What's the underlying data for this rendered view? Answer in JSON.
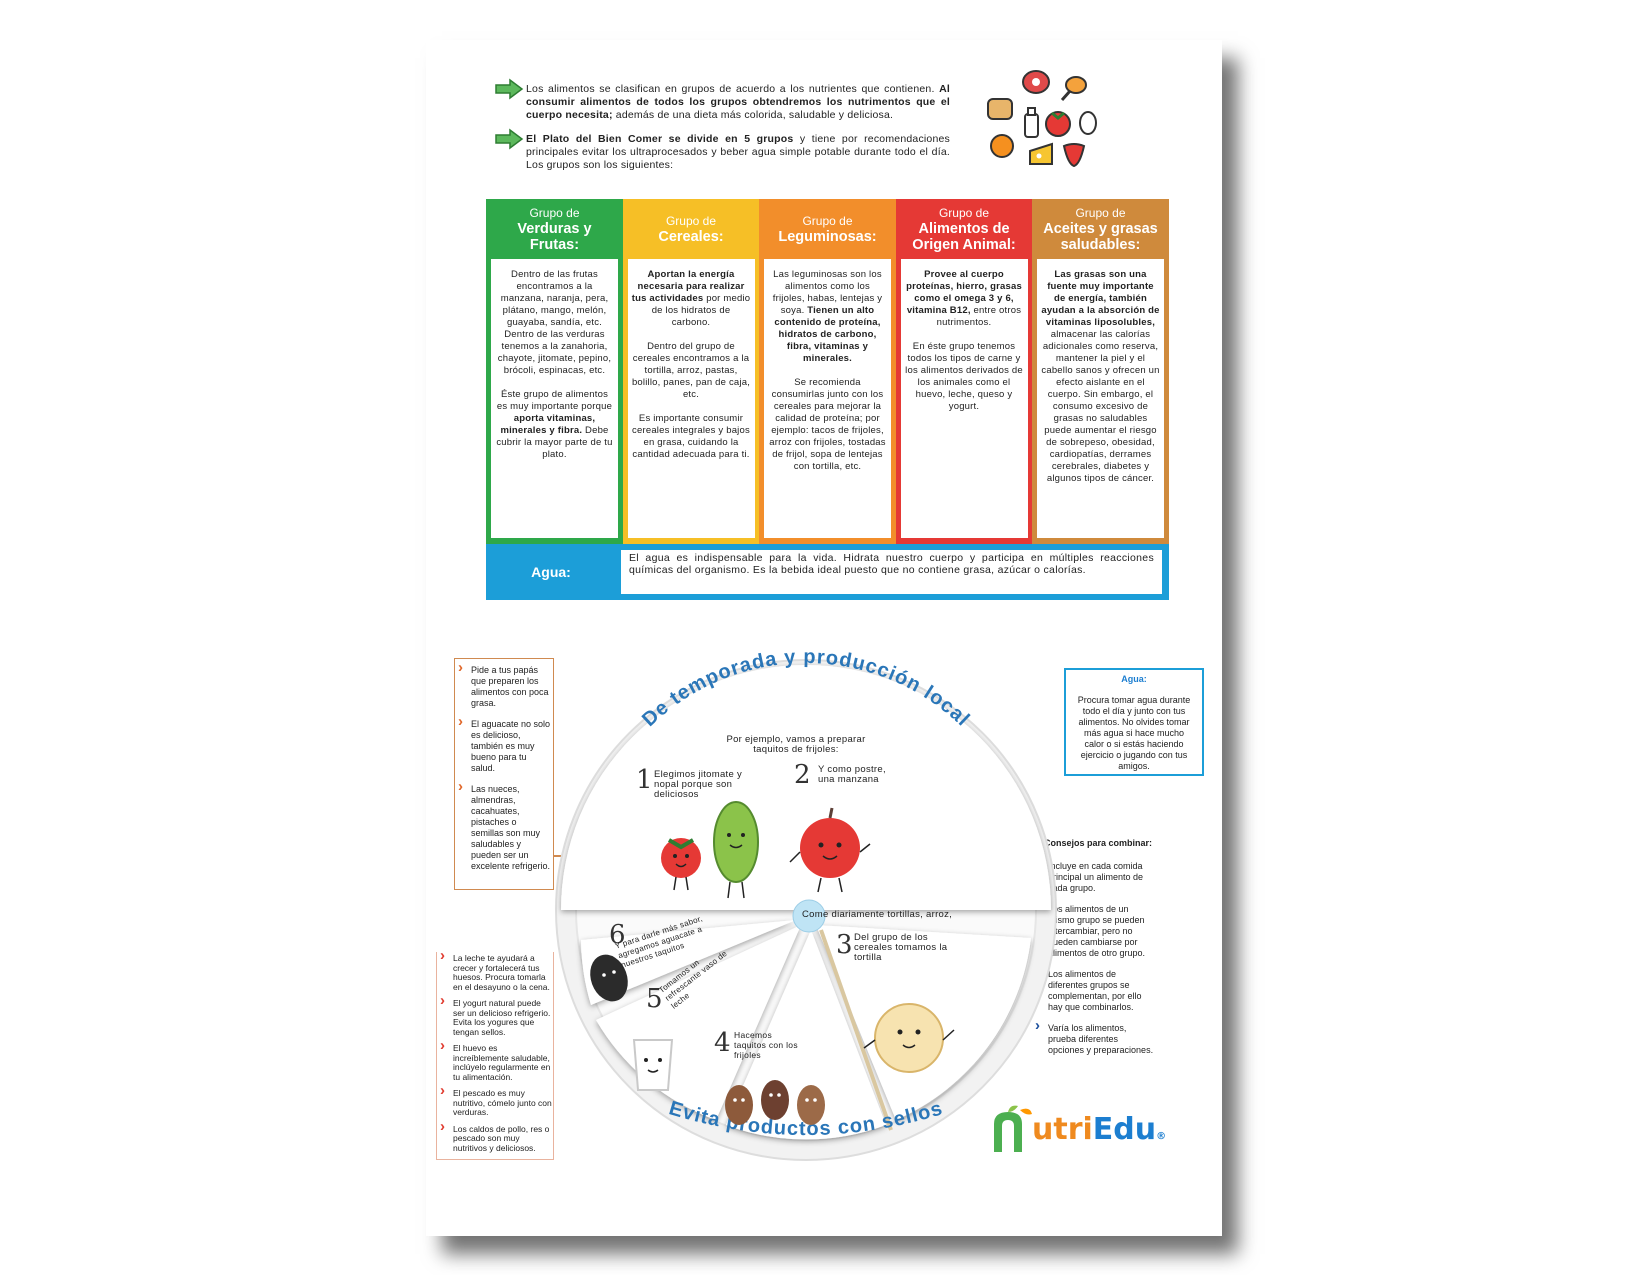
{
  "intro": {
    "p1_a": "Los alimentos se clasifican en grupos de acuerdo a los nutrientes que contienen.",
    "p1_b": "Al consumir alimentos de todos los grupos obtendremos los nutrimentos que el cuerpo necesita;",
    "p1_c": "además de una dieta más colorida, saludable y deliciosa.",
    "p2_a": "El Plato del Bien Comer se divide en 5 grupos",
    "p2_b": "y tiene por recomendaciones principales evitar los ultraprocesados y beber agua simple potable durante todo el día. Los grupos son los siguientes:"
  },
  "groups": [
    {
      "small": "Grupo de",
      "large": "Verduras y Frutas:",
      "color": "#2ea84a",
      "p1": "Dentro de las frutas encontramos a la manzana, naranja, pera, plátano, mango, melón, guayaba, sandía, etc. Dentro de las verduras tenemos a la zanahoria, chayote, jitomate, pepino, brócoli, espinacas, etc.",
      "p2a": "Éste grupo de alimentos es muy importante porque",
      "p2b": "aporta vitaminas, minerales y fibra.",
      "p2c": "Debe cubrir la mayor parte de tu plato."
    },
    {
      "small": "Grupo de",
      "large": "Cereales:",
      "color": "#f6bf26",
      "p1a": "Aportan la energía necesaria para realizar tus actividades",
      "p1b": "por medio de los hidratos de carbono.",
      "p2": "Dentro del grupo de cereales encontramos a la tortilla, arroz, pastas, bolillo, panes, pan de caja, etc.",
      "p3": "Es importante consumir cereales integrales y bajos en grasa, cuidando la cantidad adecuada para ti."
    },
    {
      "small": "Grupo de",
      "large": "Leguminosas:",
      "color": "#f28e2b",
      "p1a": "Las leguminosas son los alimentos como los frijoles, habas, lentejas y soya.",
      "p1b": "Tienen un alto contenido de proteína, hidratos de carbono, fibra, vitaminas y minerales.",
      "p2": "Se recomienda consumirlas junto con los cereales para mejorar la calidad de proteína; por ejemplo: tacos de frijoles, arroz con frijoles, tostadas de frijol, sopa de lentejas con tortilla, etc."
    },
    {
      "small": "Grupo de",
      "large": "Alimentos de Origen Animal:",
      "color": "#e53935",
      "p1a": "Provee al cuerpo proteínas, hierro, grasas como el omega 3 y 6, vitamina B12,",
      "p1b": "entre otros nutrimentos.",
      "p2": "En éste grupo tenemos todos los tipos de carne y los alimentos derivados de los animales como el huevo, leche, queso y yogurt."
    },
    {
      "small": "Grupo de",
      "large": "Aceites y grasas saludables:",
      "color": "#cf8a3c",
      "p1a": "Las grasas son una fuente muy importante de energía, también ayudan a la absorción de vitaminas liposolubles,",
      "p1b": "almacenar las calorías adicionales como reserva, mantener la piel y el cabello sanos y ofrecen un efecto aislante en el cuerpo. Sin embargo, el consumo excesivo de grasas no saludables puede aumentar el riesgo de sobrepeso, obesidad, cardiopatías, derrames cerebrales, diabetes y algunos tipos de cáncer."
    }
  ],
  "water": {
    "label": "Agua:",
    "text": "El agua es indispensable para la vida. Hidrata nuestro cuerpo y participa en múltiples reacciones químicas del organismo. Es la bebida ideal puesto que no contiene grasa, azúcar o calorías."
  },
  "left_tips": [
    "Pide a tus papás que preparen los alimentos con poca grasa.",
    "El aguacate no solo es delicioso, también es muy bueno para tu salud.",
    "Las nueces, almendras, cacahuates, pistaches o semillas son muy saludables y pueden ser un excelente refrigerio."
  ],
  "bottom_left_tips": [
    "La leche te ayudará a crecer y fortalecerá tus huesos. Procura tomarla en el desayuno o la cena.",
    "El yogurt natural puede ser un delicioso refrigerio. Evita los yogures que tengan sellos.",
    "El huevo es increíblemente saludable, inclúyelo regularmente en tu alimentación.",
    "El pescado es muy nutritivo, cómelo junto con verduras.",
    "Los caldos de pollo, res o pescado son muy nutritivos y deliciosos."
  ],
  "agua_box": {
    "title": "Agua:",
    "text": "Procura tomar agua durante todo el día y junto con tus alimentos. No olvides tomar más agua si hace mucho calor o si estás haciendo ejercicio o jugando con tus amigos."
  },
  "consejos": {
    "title": "Consejos para combinar:",
    "items": [
      "Incluye en cada comida principal un alimento de cada grupo.",
      "Los alimentos de un mismo grupo se pueden intercambiar, pero no pueden cambiarse por alimentos de otro grupo.",
      "Los alimentos de diferentes grupos se complementan, por ello hay que combinarlos.",
      "Varía los alimentos, prueba diferentes opciones y preparaciones."
    ]
  },
  "plate": {
    "top_arc": "De temporada y producción local",
    "bottom_arc": "Evita productos con sellos",
    "intro": "Por ejemplo, vamos a preparar taquitos de frijoles:",
    "s1_num": "1",
    "s1": "Elegimos jitomate y nopal porque son deliciosos",
    "s2_num": "2",
    "s2": "Y como postre, una manzana",
    "s3_num": "3",
    "s3": "Del grupo de los cereales tomamos la tortilla",
    "s4_num": "4",
    "s4": "Hacemos taquitos con los frijoles",
    "s5_num": "5",
    "s5": "Tomamos un refrescante vaso de leche",
    "s6_num": "6",
    "s6": "Y para darle más sabor, agregamos aguacate a nuestros taquitos",
    "peek": "Come diariamente tortillas, arroz,"
  },
  "logo": {
    "a": "utri",
    "b": "Edu",
    "mark": "®"
  }
}
